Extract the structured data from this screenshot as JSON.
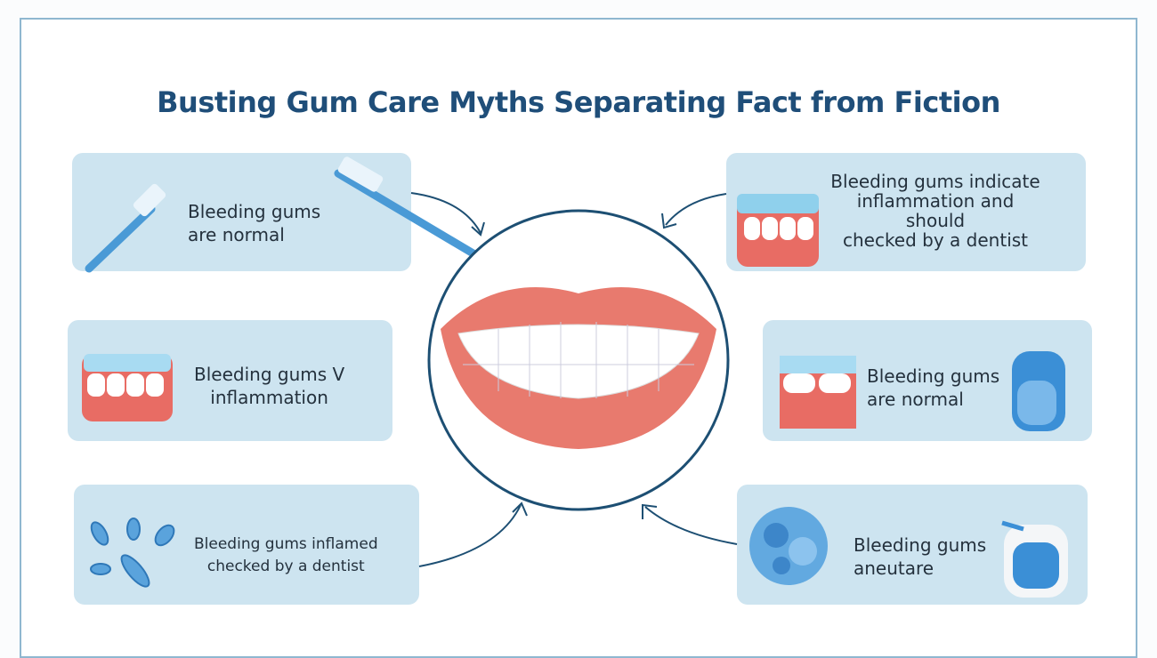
{
  "title": "Busting Gum Care Myths Separating Fact from Fiction",
  "cards": [
    {
      "text": "Bleeding gums are normal",
      "l1": "Bleeding gums",
      "l2": "are normal"
    },
    {
      "l1": "Bleeding gums V",
      "l2": "inflammation"
    },
    {
      "l1": "Bleeding gums inflamed",
      "l2": "checked by a dentist"
    },
    {
      "l1": "Bleeding gums indicate",
      "l2": "inflammation and",
      "l3": "should",
      "l4": "checked by a dentist"
    },
    {
      "l1": "Bleeding gums",
      "l2": "are normal"
    },
    {
      "l1": "Bleeding gums",
      "l2": "aneutare"
    }
  ],
  "colors": {
    "title": "#1f4e79",
    "card": "#cde4f0",
    "accent": "#1d4f73"
  }
}
